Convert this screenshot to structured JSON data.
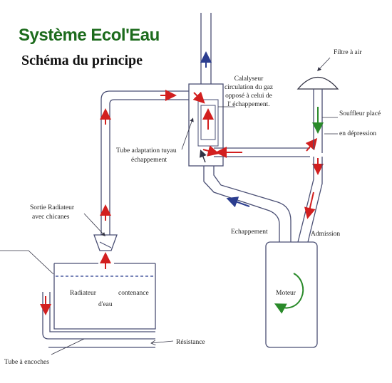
{
  "header": {
    "title": "Système Ecol'Eau",
    "subtitle": "Schéma du principe"
  },
  "labels": {
    "filtre": "Filtre à air",
    "calalyseur": [
      "Calalyseur",
      "circulation du gaz",
      "opposé à celui de",
      "l' échappement."
    ],
    "souffleur": [
      "Souffleur placé",
      "en dépression"
    ],
    "tube_adaptation": [
      "Tube adaptation tuyau",
      "échappement"
    ],
    "sortie_radiateur": [
      "Sortie Radiateur",
      "avec chicanes"
    ],
    "echappement": "Echappement",
    "admission": "Admission",
    "moteur": "Moteur",
    "radiateur": "Radiateur",
    "contenance": "contenance",
    "deau": "d'eau",
    "resistance": "Résistance",
    "tube_encoches": "Tube à encoches"
  },
  "colors": {
    "title": "#1c6b1c",
    "pipe": "#4a4f74",
    "flow_red": "#d21f1f",
    "flow_green": "#2a8a2a",
    "flow_blue": "#2b3d8f"
  }
}
